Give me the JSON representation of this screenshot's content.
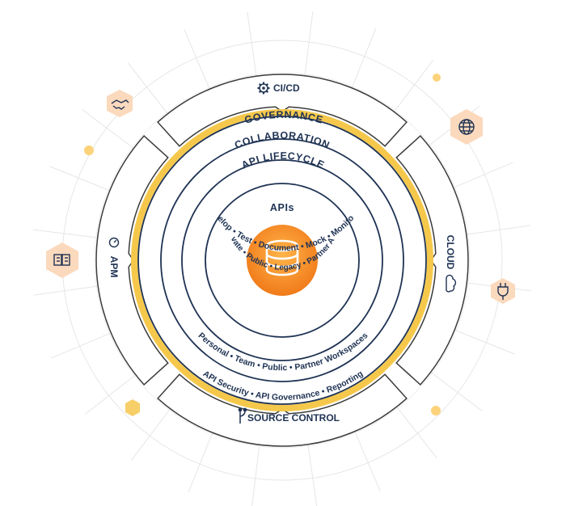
{
  "segments": {
    "top": "CI/CD",
    "right": "CLOUD",
    "bottom": "SOURCE CONTROL",
    "left": "APM"
  },
  "rings": {
    "governance": {
      "title": "GOVERNANCE",
      "items": "API Security  •  API Governance  •  Reporting"
    },
    "collaboration": {
      "title": "COLLABORATION",
      "items": "Personal  •  Team  •  Public  •  Partner Workspaces"
    },
    "lifecycle": {
      "title": "API LIFECYCLE",
      "items": "Design • Develop • Test • Document • Mock • Monitor • Distribute"
    },
    "apis": {
      "title": "APIs",
      "items": "Private • Public • Legacy • Partner APIs"
    }
  },
  "icons": {
    "cicd": "gear-icon",
    "cloud": "cloud-icon",
    "source_control": "branch-icon",
    "apm": "speedometer-icon",
    "core": "database-icon",
    "external": [
      "handshake-icon",
      "globe-icon",
      "book-icon",
      "plug-icon"
    ]
  },
  "colors": {
    "navy": "#1f3354",
    "gold": "#f5c84b",
    "orange": "#f38a2a",
    "orange_light": "#fcd3ad",
    "hex_fill": "#fbd9bd",
    "grid": "#e5e5e5"
  }
}
